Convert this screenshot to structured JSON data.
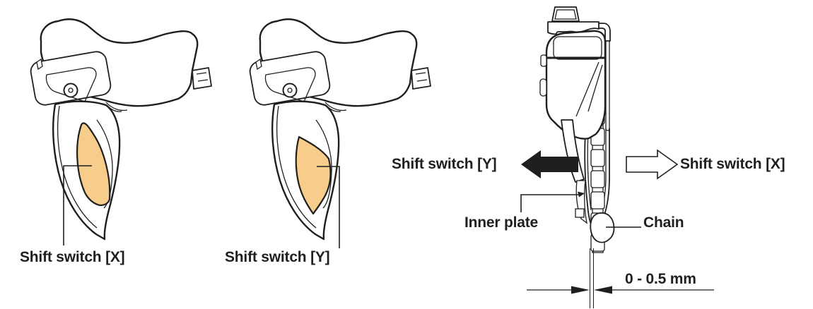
{
  "diagram": {
    "colors": {
      "line": "#1f1f1f",
      "highlight": "#f6cd8a"
    },
    "lever_x_panel": {
      "label": "Shift switch [X]"
    },
    "lever_y_panel": {
      "label": "Shift switch [Y]"
    },
    "derailleur_panel": {
      "shift_switch_y_label": "Shift switch [Y]",
      "shift_switch_x_label": "Shift switch [X]",
      "inner_plate_label": "Inner plate",
      "chain_label": "Chain",
      "clearance_label": "0 - 0.5 mm"
    }
  }
}
